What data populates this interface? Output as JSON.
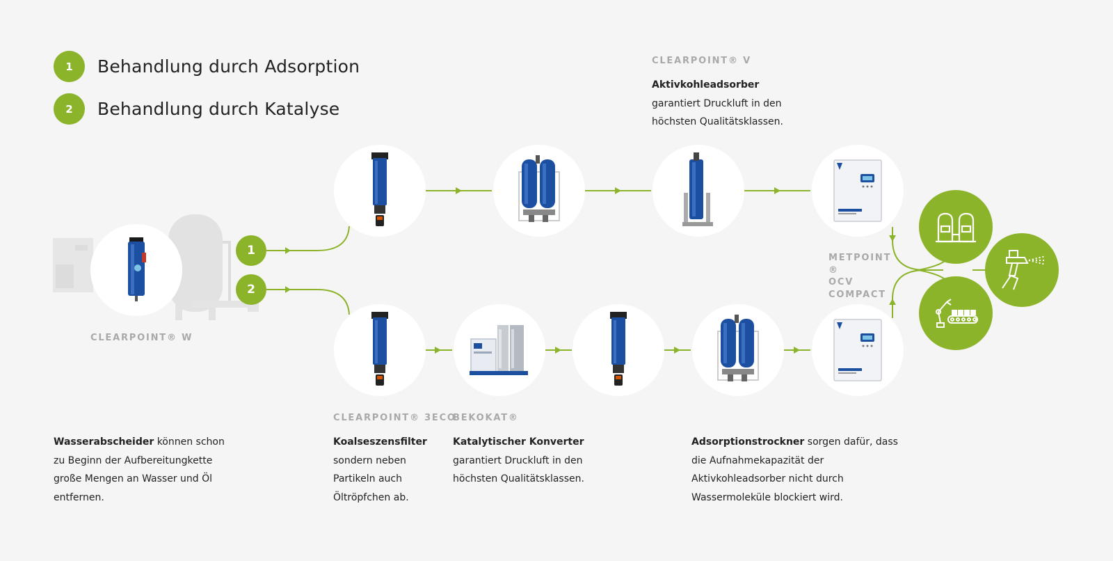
{
  "legend": {
    "items": [
      {
        "number": "1",
        "label": "Behandlung durch Adsorption"
      },
      {
        "number": "2",
        "label": "Behandlung durch Katalyse"
      }
    ]
  },
  "steps": {
    "one": "1",
    "two": "2"
  },
  "captions": {
    "clearpoint_w": "CLEARPOINT® W",
    "clearpoint_v": "CLEARPOINT® V",
    "clearpoint_3eco": "CLEARPOINT® 3ECO",
    "bekokat": "BEKOKAT®",
    "metpoint_ocv_lines": [
      "METPOINT ®",
      "OCV",
      "COMPACT"
    ]
  },
  "descriptions": {
    "wasser": {
      "bold": "Wasserabscheider",
      "rest": " können schon zu Beginn der Aufbereitungkette große Mengen an Wasser und Öl entfernen."
    },
    "aktiv": {
      "bold": "Aktivkohleadsorber",
      "rest": " garantiert Druckluft in den höchsten Qualitätsklassen."
    },
    "koal": {
      "bold": "Koalseszensfilter",
      "rest": " sondern neben Partikeln auch Öltröpfchen ab."
    },
    "kat": {
      "bold": "Katalytischer Konverter",
      "rest": " garantiert Druckluft in den höchsten Qualitätsklassen."
    },
    "adsorp": {
      "bold": "Adsorptionstrockner",
      "rest": " sorgen dafür, dass die Aufnahmekapazität der Aktivkohleadsorber nicht durch Wassermoleküle blockiert wird."
    }
  },
  "colors": {
    "accent": "#8cb42a",
    "background": "#f5f5f5",
    "caption": "#a9a9a9",
    "product_blue": "#1d4fa0"
  },
  "icons": {
    "tanks": "tank-pair-icon",
    "spray": "spray-gun-icon",
    "robot": "robot-conveyor-icon"
  }
}
